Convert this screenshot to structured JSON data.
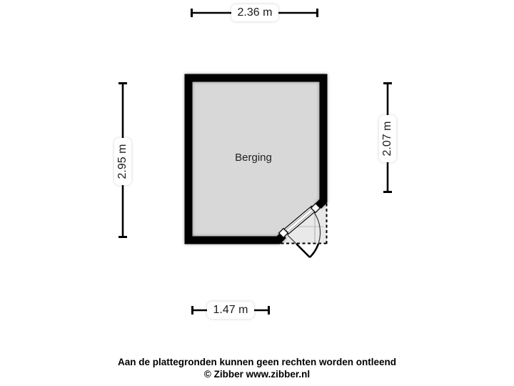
{
  "floorplan": {
    "room": {
      "label": "Berging",
      "fill_color": "#d8d8d8",
      "wall_color": "#000000"
    },
    "door": {
      "swing_area_fill": "#e9e9e9",
      "type": "corner-door-outward-swing"
    },
    "dimensions": {
      "top": "2.36 m",
      "left": "2.95 m",
      "right": "2.07 m",
      "bottom": "1.47 m"
    },
    "footer": {
      "disclaimer": "Aan de plattegronden kunnen geen rechten worden ontleend",
      "copyright": "© Zibber www.zibber.nl"
    },
    "colors": {
      "background": "#ffffff",
      "dimension_line": "#000000",
      "label_background": "#ffffff",
      "text": "#1a1a1a"
    }
  }
}
